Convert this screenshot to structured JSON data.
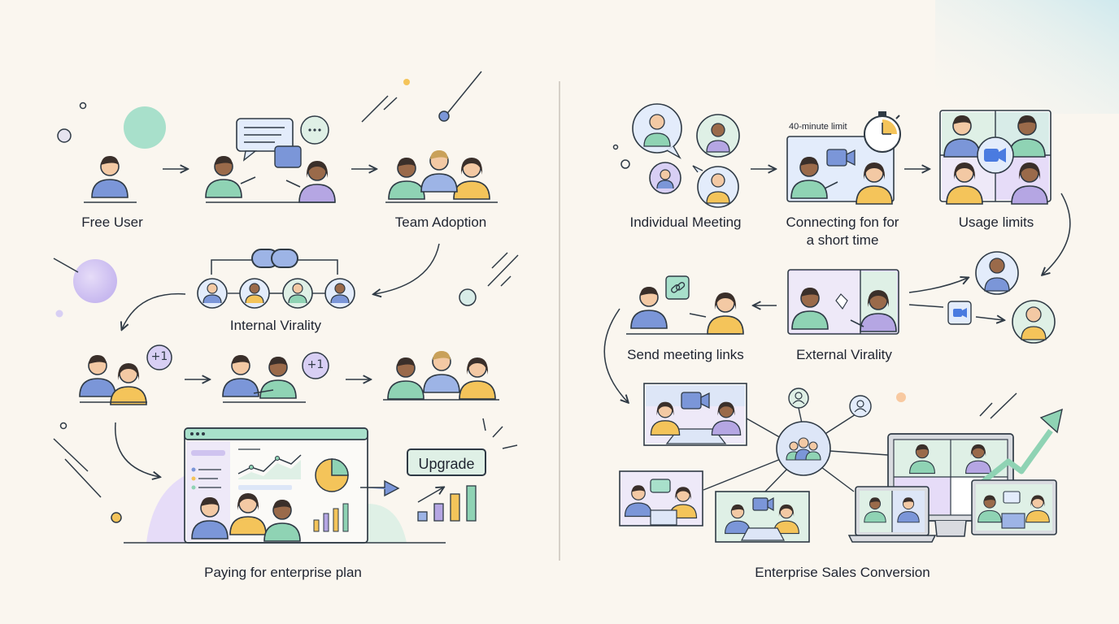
{
  "left": {
    "free_user": "Free User",
    "team_adoption": "Team Adoption",
    "internal_virality": "Internal Virality",
    "plus_one_a": "+1",
    "plus_one_b": "+1",
    "upgrade": "Upgrade",
    "paying": "Paying for enterprise plan"
  },
  "right": {
    "individual_meeting": "Individual Meeting",
    "connecting_line1": "Connecting fon for",
    "connecting_line2": "a short time",
    "limit_caption": "40-minute limit",
    "usage_limits": "Usage limits",
    "send_links": "Send meeting links",
    "external_virality": "External Virality",
    "enterprise_sales": "Enterprise Sales Conversion"
  },
  "colors": {
    "ink": "#2f3a45",
    "blue": "#7b96d8",
    "green": "#8fd3b4",
    "yellow": "#f4c45a",
    "purple": "#b5a6e3",
    "skin_light": "#f3c9a4",
    "skin_dark": "#9a6a4a",
    "hair": "#3a2f2a",
    "background": "#faf6ef"
  }
}
